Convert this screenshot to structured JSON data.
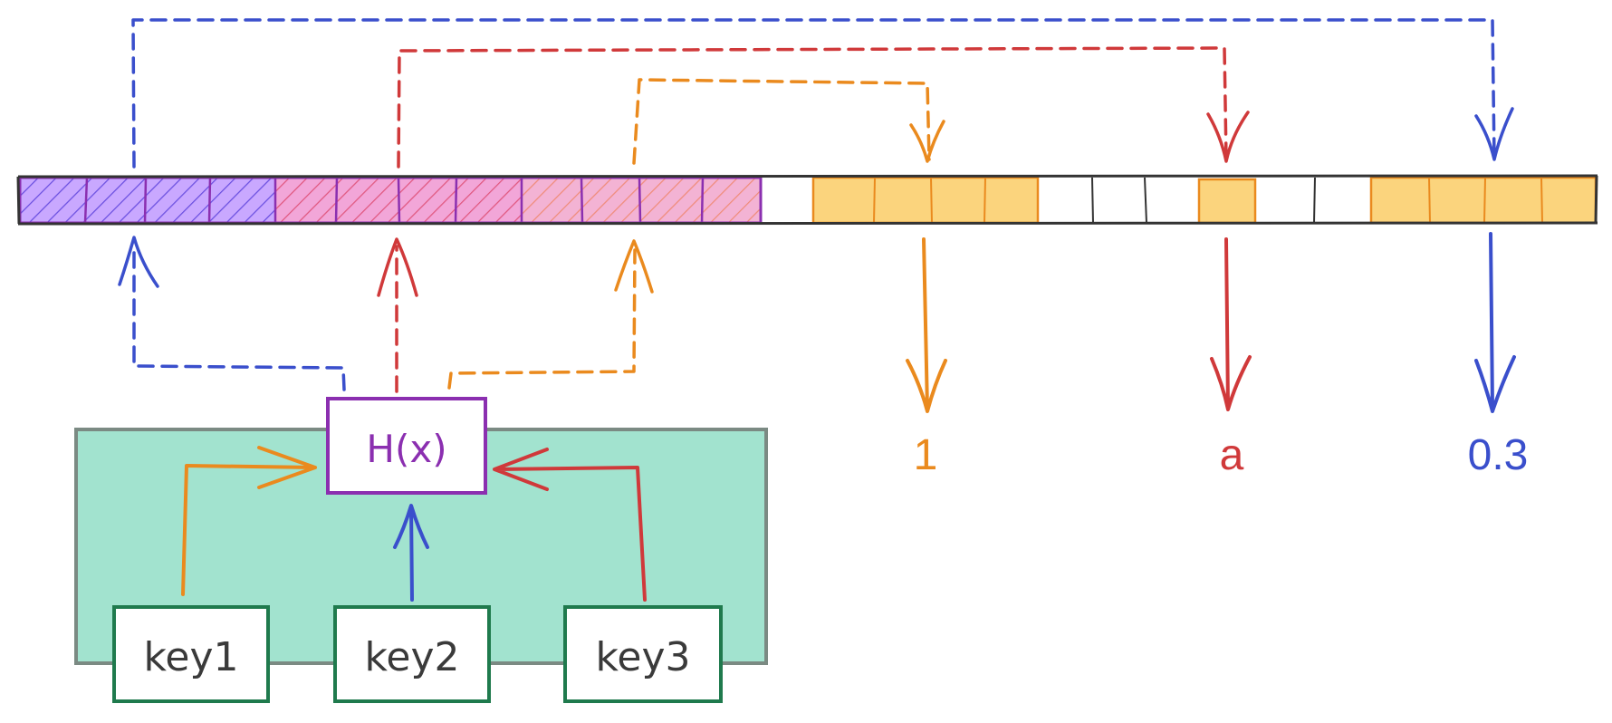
{
  "diagram": {
    "hash_function_label": "H(x)",
    "keys": [
      {
        "label": "key1"
      },
      {
        "label": "key2"
      },
      {
        "label": "key3"
      }
    ],
    "values": [
      {
        "label": "1"
      },
      {
        "label": "a"
      },
      {
        "label": "0.3"
      }
    ],
    "colors": {
      "blue": "#3a4fcc",
      "red": "#d0393a",
      "orange": "#ea8a1e",
      "purple": "#8b2fb0",
      "green": "#1f7a4d",
      "teal_bg": "#a2e3cf",
      "teal_border": "#7b8a83",
      "value_slot": "#fbd47d",
      "ink": "#333333"
    }
  }
}
